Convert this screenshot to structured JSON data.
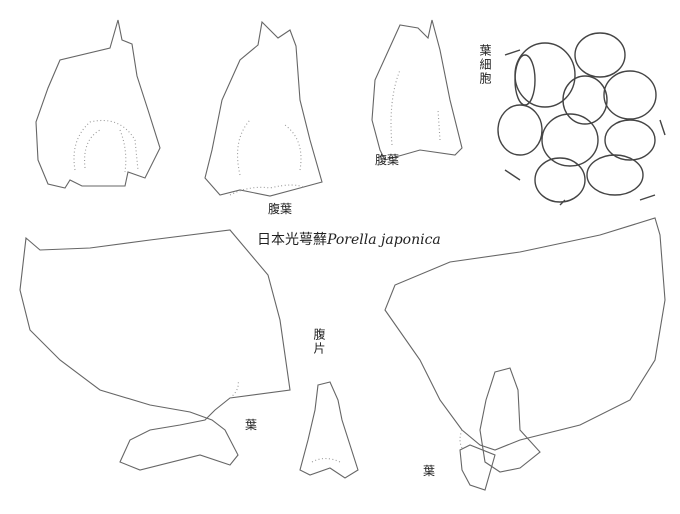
{
  "title": {
    "cjk": "日本光萼蘚",
    "latin": "Porella japonica"
  },
  "labels": {
    "leaf_cells": "葉細胞",
    "underleaf_top_middle": "腹葉",
    "underleaf_top_left": "腹葉",
    "lobule": "腹片",
    "leaf_left": "葉",
    "leaf_right": "葉"
  }
}
